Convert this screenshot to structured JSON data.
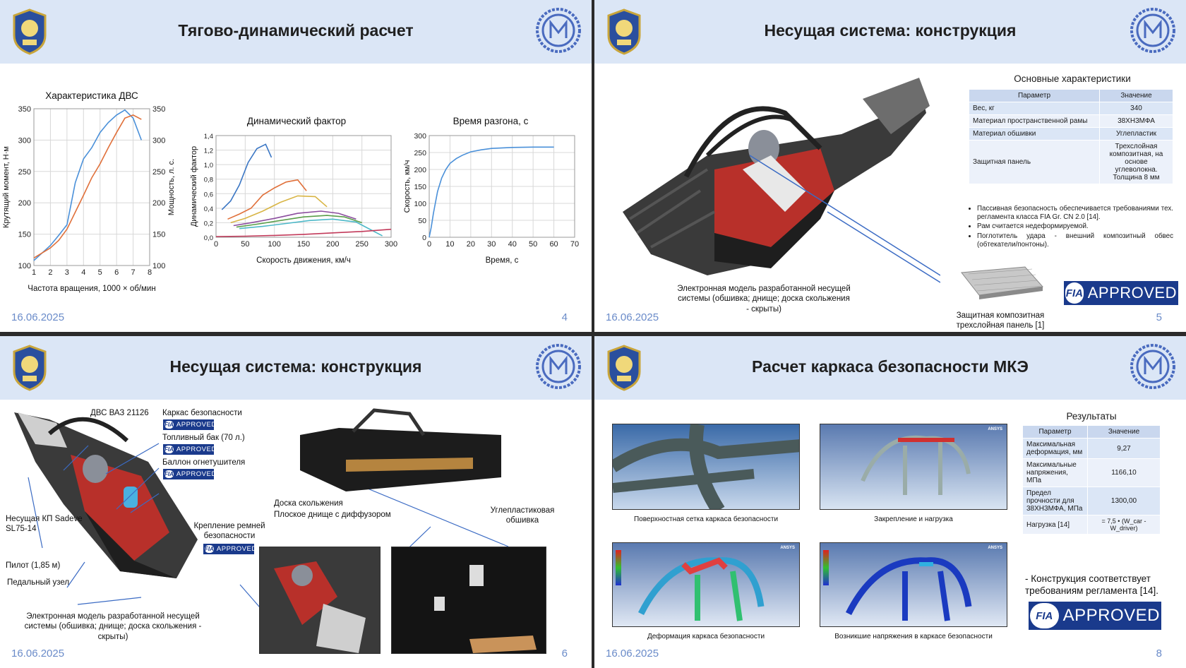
{
  "footer_date": "16.06.2025",
  "slide4": {
    "title": "Тягово-динамический расчет",
    "page": "4",
    "engine_chart": {
      "title": "Характеристика ДВС",
      "xlabel": "Частота вращения, 1000 × об/мин",
      "ylabel_left": "Крутящий момент, Н·м",
      "ylabel_right": "Мощность, л. с.",
      "xticks": [
        "1",
        "2",
        "3",
        "4",
        "5",
        "6",
        "7",
        "8"
      ],
      "yticks": [
        "100",
        "150",
        "200",
        "250",
        "300",
        "350"
      ]
    },
    "dyn_chart": {
      "title": "Динамический фактор",
      "xlabel": "Скорость движения, км/ч",
      "ylabel": "Динамический фактор",
      "xticks": [
        "0",
        "50",
        "100",
        "150",
        "200",
        "250",
        "300"
      ],
      "yticks": [
        "0,0",
        "0,2",
        "0,4",
        "0,6",
        "0,8",
        "1,0",
        "1,2",
        "1,4"
      ]
    },
    "accel_chart": {
      "title": "Время разгона, с",
      "xlabel": "Время, с",
      "ylabel": "Скорость, км/ч",
      "xticks": [
        "0",
        "10",
        "20",
        "30",
        "40",
        "50",
        "60",
        "70"
      ],
      "yticks": [
        "0",
        "50",
        "100",
        "150",
        "200",
        "250",
        "300"
      ]
    }
  },
  "slide5": {
    "title": "Несущая система: конструкция",
    "page": "5",
    "table_title": "Основные характеристики",
    "col_param": "Параметр",
    "col_value": "Значение",
    "rows": [
      {
        "param": "Вес, кг",
        "value": "340"
      },
      {
        "param": "Материал пространственной рамы",
        "value": "38ХН3МФА"
      },
      {
        "param": "Материал обшивки",
        "value": "Углепластик"
      },
      {
        "param": "Защитная панель",
        "value": "Трехслойная композитная, на основе углеволокна. Толщина 8 мм"
      }
    ],
    "bullets": [
      "Пассивная безопасность обеспечивается требованиями тех. регламента класса FIA Gr. CN 2.0 [14].",
      "Рам считается недеформируемой.",
      "Поглотитель удара - внешний композитный обвес (обтекатели/понтоны)."
    ],
    "model_caption": "Электронная модель разработанной несущей системы (обшивка; днище; доска скольжения - скрыты)",
    "panel_caption": "Защитная композитная трехслойная панель [1]",
    "fia_mark": "FIA",
    "fia_text": "APPROVED"
  },
  "slide6": {
    "title": "Несущая система: конструкция",
    "page": "6",
    "labels": {
      "engine": "ДВС ВАЗ 21126",
      "cage": "Каркас безопасности",
      "tank": "Топливный бак (70 л.)",
      "extinguisher": "Баллон огнетушителя",
      "gearbox": "Несущая КП Sadeve SL75-14",
      "pilot": "Пилот (1,85 м)",
      "pedals": "Педальный узел",
      "belts": "Крепление ремней безопасности",
      "skid": "Доска скольжения",
      "floor": "Плоское днище с диффузором",
      "carbon": "Углепластиковая обшивка",
      "model_caption": "Электронная модель разработанной несущей системы (обшивка; днище; доска скольжения - скрыты)"
    },
    "fia_mark": "FIA",
    "fia_text": "APPROVED"
  },
  "slide8": {
    "title": "Расчет каркаса безопасности МКЭ",
    "page": "8",
    "captions": [
      "Поверхностная сетка каркаса безопасности",
      "Закрепление и нагрузка",
      "Деформация каркаса безопасности",
      "Возникшие напряжения в каркасе безопасности"
    ],
    "table_title": "Результаты",
    "col_param": "Параметр",
    "col_value": "Значение",
    "rows": [
      {
        "param": "Максимальная деформация, мм",
        "value": "9,27"
      },
      {
        "param": "Максимальные напряжения, МПа",
        "value": "1166,10"
      },
      {
        "param": "Предел прочности для 38ХН3МФА, МПа",
        "value": "1300,00"
      },
      {
        "param": "Нагрузка [14]",
        "value": "= 7,5 • (W_car - W_driver)"
      }
    ],
    "conclusion": "-   Конструкция соответствует требованиям регламента [14].",
    "ansys": "ANSYS",
    "fia_mark": "FIA",
    "fia_text": "APPROVED"
  },
  "chart_data": [
    {
      "type": "line",
      "title": "Характеристика ДВС",
      "xlabel": "Частота вращения, 1000 × об/мин",
      "ylabel": "Крутящий момент, Н·м",
      "xlim": [
        1,
        8
      ],
      "ylim": [
        100,
        350
      ],
      "series": [
        {
          "color": "#4a90d9",
          "x": [
            1,
            1.5,
            2,
            2.5,
            3,
            3.5,
            4,
            4.5,
            5,
            5.5,
            6,
            6.5,
            7,
            7.5
          ],
          "y": [
            108,
            120,
            132,
            148,
            165,
            232,
            270,
            288,
            312,
            328,
            340,
            348,
            335,
            300
          ]
        },
        {
          "color": "#e0703a",
          "x": [
            1,
            1.5,
            2,
            2.5,
            3,
            3.5,
            4,
            4.5,
            5,
            5.5,
            6,
            6.5,
            7,
            7.5
          ],
          "y": [
            112,
            120,
            128,
            140,
            158,
            185,
            212,
            240,
            262,
            288,
            312,
            335,
            340,
            333
          ]
        }
      ]
    },
    {
      "type": "line",
      "title": "Динамический фактор",
      "xlabel": "Скорость движения, км/ч",
      "ylabel": "Динамический фактор",
      "xlim": [
        0,
        300
      ],
      "ylim": [
        0,
        1.4
      ],
      "series": [
        {
          "color": "#3a76c4",
          "x": [
            10,
            25,
            40,
            55,
            70,
            85,
            95
          ],
          "y": [
            0.38,
            0.5,
            0.72,
            1.03,
            1.22,
            1.28,
            1.1
          ]
        },
        {
          "color": "#e0703a",
          "x": [
            20,
            40,
            60,
            80,
            100,
            120,
            140,
            155
          ],
          "y": [
            0.25,
            0.32,
            0.4,
            0.58,
            0.68,
            0.76,
            0.79,
            0.64
          ]
        },
        {
          "color": "#d8b545",
          "x": [
            25,
            50,
            80,
            110,
            140,
            170,
            190
          ],
          "y": [
            0.2,
            0.26,
            0.36,
            0.48,
            0.57,
            0.56,
            0.42
          ]
        },
        {
          "color": "#8b4d9e",
          "x": [
            30,
            60,
            100,
            140,
            180,
            210,
            240
          ],
          "y": [
            0.16,
            0.2,
            0.26,
            0.33,
            0.36,
            0.33,
            0.25
          ]
        },
        {
          "color": "#5a9e4a",
          "x": [
            35,
            70,
            110,
            150,
            190,
            220,
            250
          ],
          "y": [
            0.14,
            0.18,
            0.23,
            0.28,
            0.3,
            0.28,
            0.2
          ]
        },
        {
          "color": "#4cb8c8",
          "x": [
            40,
            80,
            120,
            160,
            200,
            240,
            285
          ],
          "y": [
            0.12,
            0.15,
            0.19,
            0.23,
            0.25,
            0.21,
            0.02
          ]
        },
        {
          "color": "#c23a5a",
          "x": [
            0,
            50,
            100,
            150,
            200,
            250,
            300
          ],
          "y": [
            0.01,
            0.015,
            0.025,
            0.04,
            0.06,
            0.08,
            0.11
          ]
        }
      ]
    },
    {
      "type": "line",
      "title": "Время разгона, с",
      "xlabel": "Время, с",
      "ylabel": "Скорость, км/ч",
      "xlim": [
        0,
        70
      ],
      "ylim": [
        0,
        300
      ],
      "series": [
        {
          "color": "#4a90d9",
          "x": [
            0,
            1,
            2,
            4,
            6,
            8,
            10,
            13,
            16,
            20,
            25,
            30,
            40,
            50,
            60
          ],
          "y": [
            0,
            30,
            70,
            135,
            175,
            200,
            218,
            232,
            242,
            252,
            258,
            262,
            265,
            266,
            266
          ]
        }
      ]
    }
  ]
}
